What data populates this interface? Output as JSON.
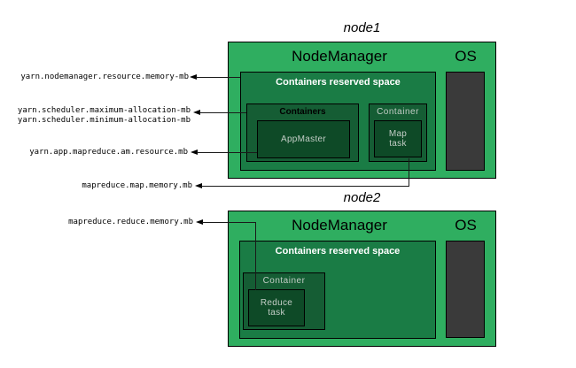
{
  "diagram": {
    "node1": {
      "title": "node1",
      "nodemanager_label": "NodeManager",
      "os_label": "OS",
      "reserved_label": "Containers reserved space",
      "containers_label": "Containers",
      "appmaster_label": "AppMaster",
      "container_label": "Container",
      "map_task_line1": "Map",
      "map_task_line2": "task"
    },
    "node2": {
      "title": "node2",
      "nodemanager_label": "NodeManager",
      "os_label": "OS",
      "reserved_label": "Containers reserved space",
      "container_label": "Container",
      "reduce_task_line1": "Reduce",
      "reduce_task_line2": "task"
    },
    "annotations": {
      "nodemanager_memory": "yarn.nodemanager.resource.memory-mb",
      "scheduler_max": "yarn.scheduler.maximum-allocation-mb",
      "scheduler_min": "yarn.scheduler.minimum-allocation-mb",
      "am_resource": "yarn.app.mapreduce.am.resource.mb",
      "map_memory": "mapreduce.map.memory.mb",
      "reduce_memory": "mapreduce.reduce.memory.mb"
    },
    "colors": {
      "node_fill": "#2fae60",
      "reserved_fill": "#1a7c45",
      "container_fill": "#155d34",
      "task_fill": "#0e4a27",
      "os_fill": "#3a3a3a",
      "border": "#000000",
      "reserved_text": "#ffffff",
      "light_text": "#c3cdc6",
      "arrow": "#1a1a1a"
    }
  }
}
